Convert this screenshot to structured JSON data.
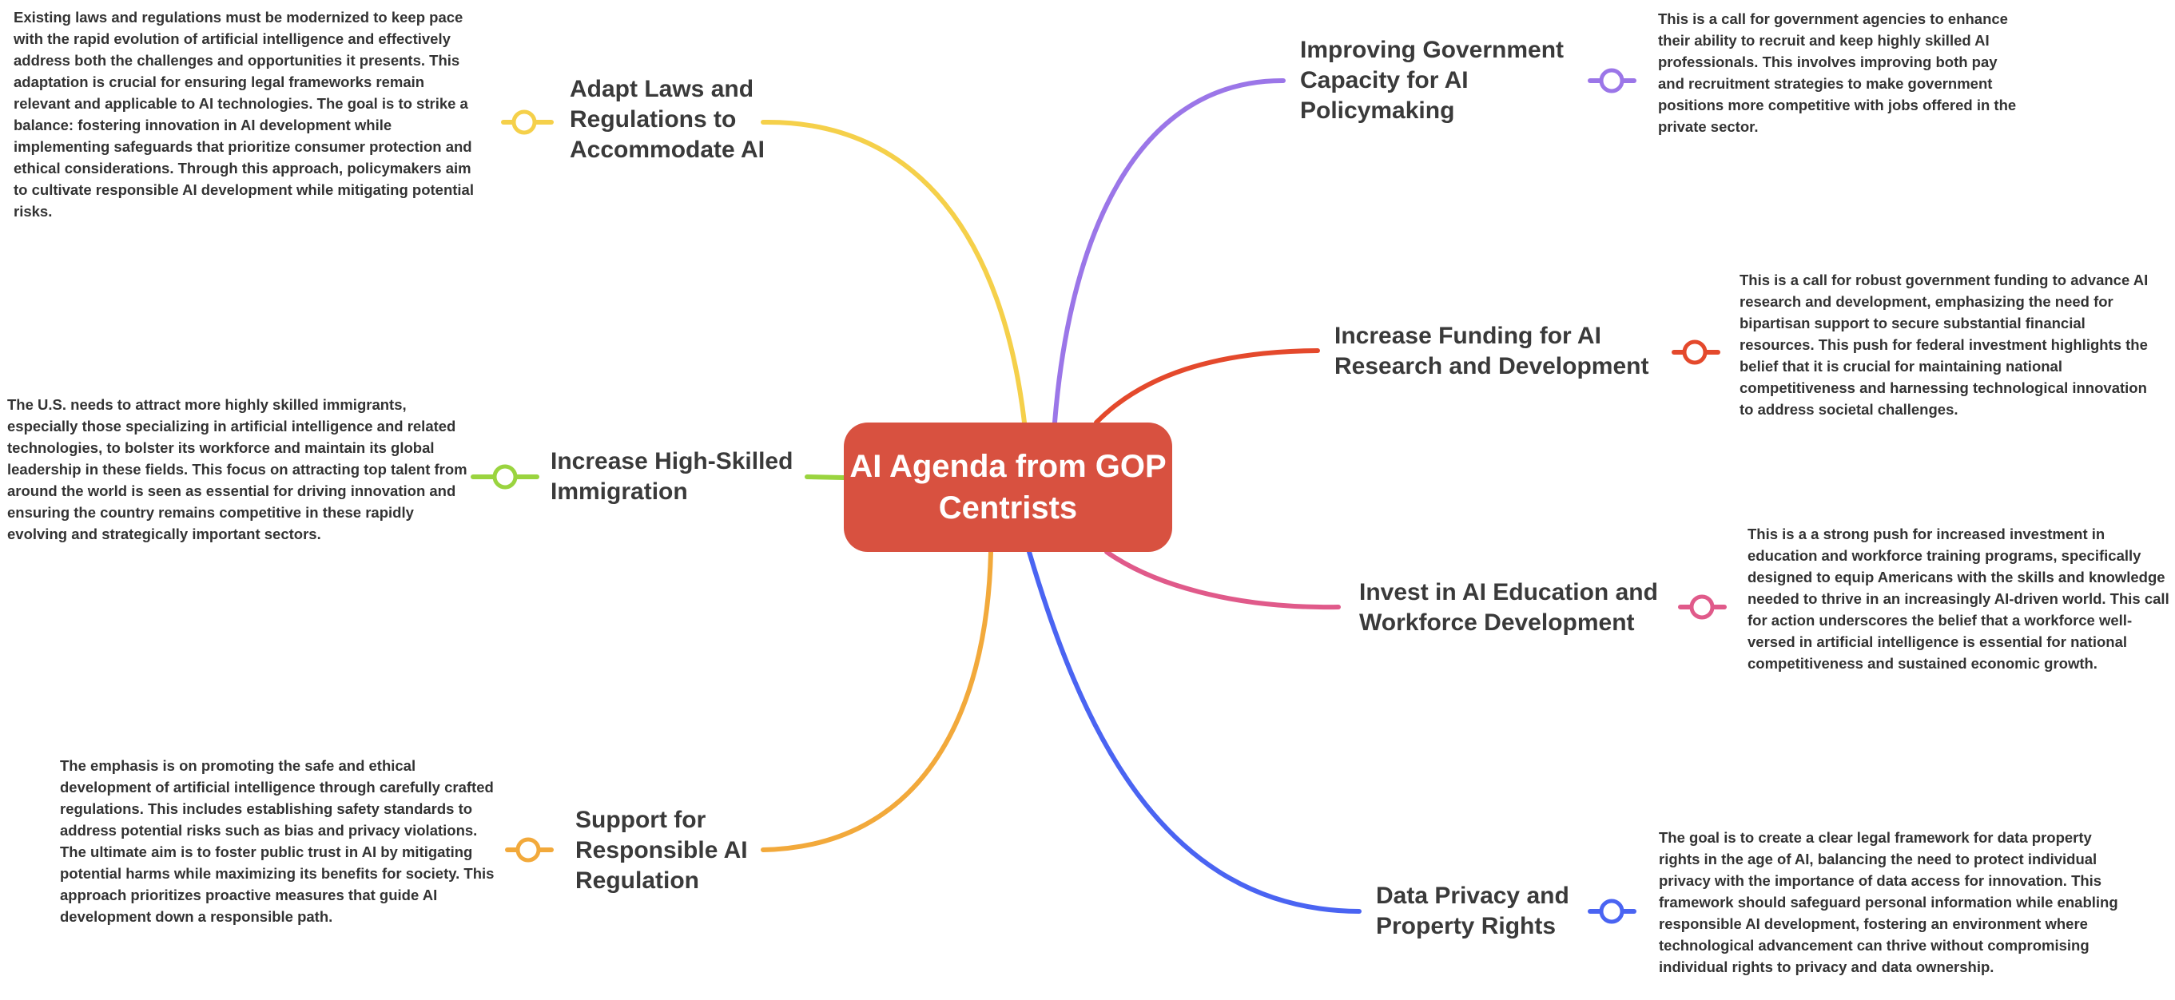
{
  "central": {
    "title": "AI Agenda from GOP Centrists",
    "color": "#d85140"
  },
  "branches": [
    {
      "title": "Adapt Laws and Regulations to Accommodate AI",
      "color": "#f5d04a",
      "description": "Existing laws and regulations must be modernized to keep pace with the rapid evolution of artificial intelligence and effectively address both the challenges and opportunities it presents. This adaptation is crucial for ensuring legal frameworks remain relevant and applicable to AI technologies. The goal is to strike a balance: fostering innovation in AI development while implementing safeguards that prioritize consumer protection and ethical considerations. Through this approach, policymakers aim to cultivate responsible AI development while mitigating potential risks."
    },
    {
      "title": "Increase High-Skilled Immigration",
      "color": "#9ad43f",
      "description": "The U.S. needs to attract more highly skilled immigrants, especially those specializing in artificial intelligence and related technologies, to bolster its workforce and maintain its global leadership in these fields. This focus on attracting top talent from around the world is seen as essential for driving innovation and ensuring the country remains competitive in these rapidly evolving and strategically important sectors."
    },
    {
      "title": "Support for Responsible AI Regulation",
      "color": "#f2a93b",
      "description": "The emphasis is on promoting the safe and ethical development of artificial intelligence through carefully crafted regulations. This includes establishing safety standards to address potential risks such as bias and privacy violations. The ultimate aim is to foster public trust in AI by mitigating potential harms while maximizing its benefits for society. This approach prioritizes proactive measures that guide AI development down a responsible path."
    },
    {
      "title": "Improving Government Capacity for AI Policymaking",
      "color": "#9b76e8",
      "description": "This is a call for government agencies to enhance their ability to recruit and keep highly skilled AI professionals. This involves improving both pay and recruitment strategies to make government positions more competitive with jobs offered in the private sector."
    },
    {
      "title": "Increase Funding for AI Research and Development",
      "color": "#e4492c",
      "description": "This is a call for robust government funding to advance AI research and development, emphasizing the need for bipartisan support to secure substantial financial resources. This push for federal investment highlights the belief that it is crucial for maintaining national competitiveness and harnessing technological innovation to address societal challenges."
    },
    {
      "title": "Invest in AI Education and Workforce Development",
      "color": "#e05a8a",
      "description": "This is a a strong push for increased investment in education and workforce training programs, specifically designed to equip Americans with the skills and knowledge needed to thrive in an increasingly AI-driven world. This call for action underscores the belief that a workforce well-versed in artificial intelligence is essential for national competitiveness and sustained economic growth."
    },
    {
      "title": "Data Privacy and Property Rights",
      "color": "#4a64f2",
      "description": "The goal is to create a clear legal framework for data property rights in the age of AI, balancing the need to protect individual privacy with the importance of data access for innovation. This framework should safeguard personal information while enabling responsible AI development, fostering an environment where technological advancement can thrive without compromising individual rights to privacy and data ownership."
    }
  ]
}
